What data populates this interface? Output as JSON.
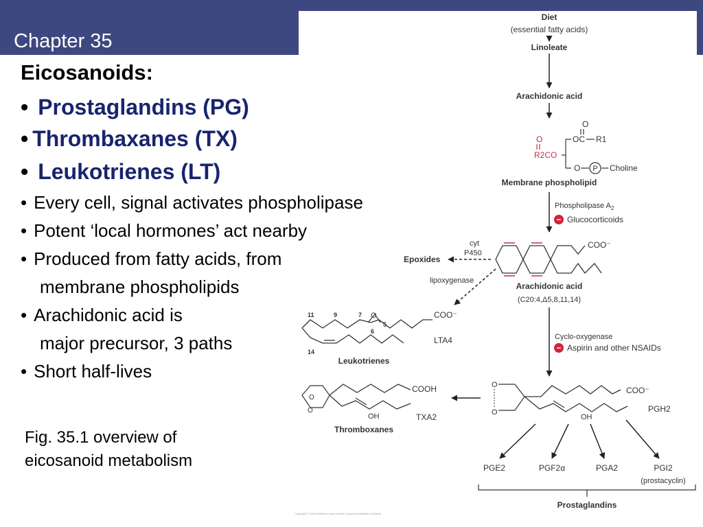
{
  "header": {
    "chapter": "Chapter 35"
  },
  "title": "Eicosanoids:",
  "highlights": [
    "Prostaglandins (PG)",
    "Thrombaxanes (TX)",
    "Leukotrienes (LT)"
  ],
  "bullet_char": "•",
  "bullets": [
    {
      "text": "Every cell, signal activates phospholipase"
    },
    {
      "text": "Potent ‘local hormones’ act nearby"
    },
    {
      "text": "Produced from fatty acids, from",
      "cont": "membrane phospholipids"
    },
    {
      "text": "Arachidonic acid is",
      "cont": "major precursor, 3 paths"
    },
    {
      "text": "Short half-lives"
    }
  ],
  "caption": [
    "Fig. 35.1 overview of",
    "eicosanoid metabolism"
  ],
  "colors": {
    "header": "#3e4880",
    "highlight": "#18246e",
    "accent": "#c0304a",
    "inhibitor": "#d2233c"
  },
  "figure": {
    "diet": "Diet",
    "diet_sub": "(essential fatty acids)",
    "linoleate": "Linoleate",
    "arachidonic_top": "Arachidonic acid",
    "membrane": "Membrane phospholipid",
    "phospholipase": "Phospholipase A",
    "phospholipase_sub": "2",
    "glucocorticoids": "Glucocorticoids",
    "cyt": "cyt",
    "p450": "P450",
    "epoxides": "Epoxides",
    "lipoxygenase": "lipoxygenase",
    "arachidonic_mid": "Arachidonic acid",
    "arachidonic_formula": "(C20:4,Δ5,8,11,14)",
    "cyclooxygenase": "Cyclo-oxygenase",
    "aspirin": "Aspirin and other NSAIDs",
    "leukotrienes": "Leukotrienes",
    "lta4": "LTA4",
    "thromboxanes": "Thromboxanes",
    "txa2": "TXA2",
    "pgh2": "PGH2",
    "prostaglandins": "Prostaglandins",
    "pg_products": [
      "PGE2",
      "PGF2α",
      "PGA2",
      "PGI2"
    ],
    "prostacyclin": "(prostacyclin)",
    "choline": "Choline",
    "r1": "R1",
    "r2co": "R2CO",
    "cooh": "COOH",
    "coo_minus": "COO⁻",
    "oh": "OH",
    "o": "O",
    "p": "P",
    "carbon_numbers": [
      "11",
      "9",
      "7",
      "5",
      "6",
      "14"
    ],
    "inhibitor_sign": "−",
    "copyright": "Copyright © 2009 Wolters Kluwer Health | Lippincott Williams & Wilkins"
  }
}
